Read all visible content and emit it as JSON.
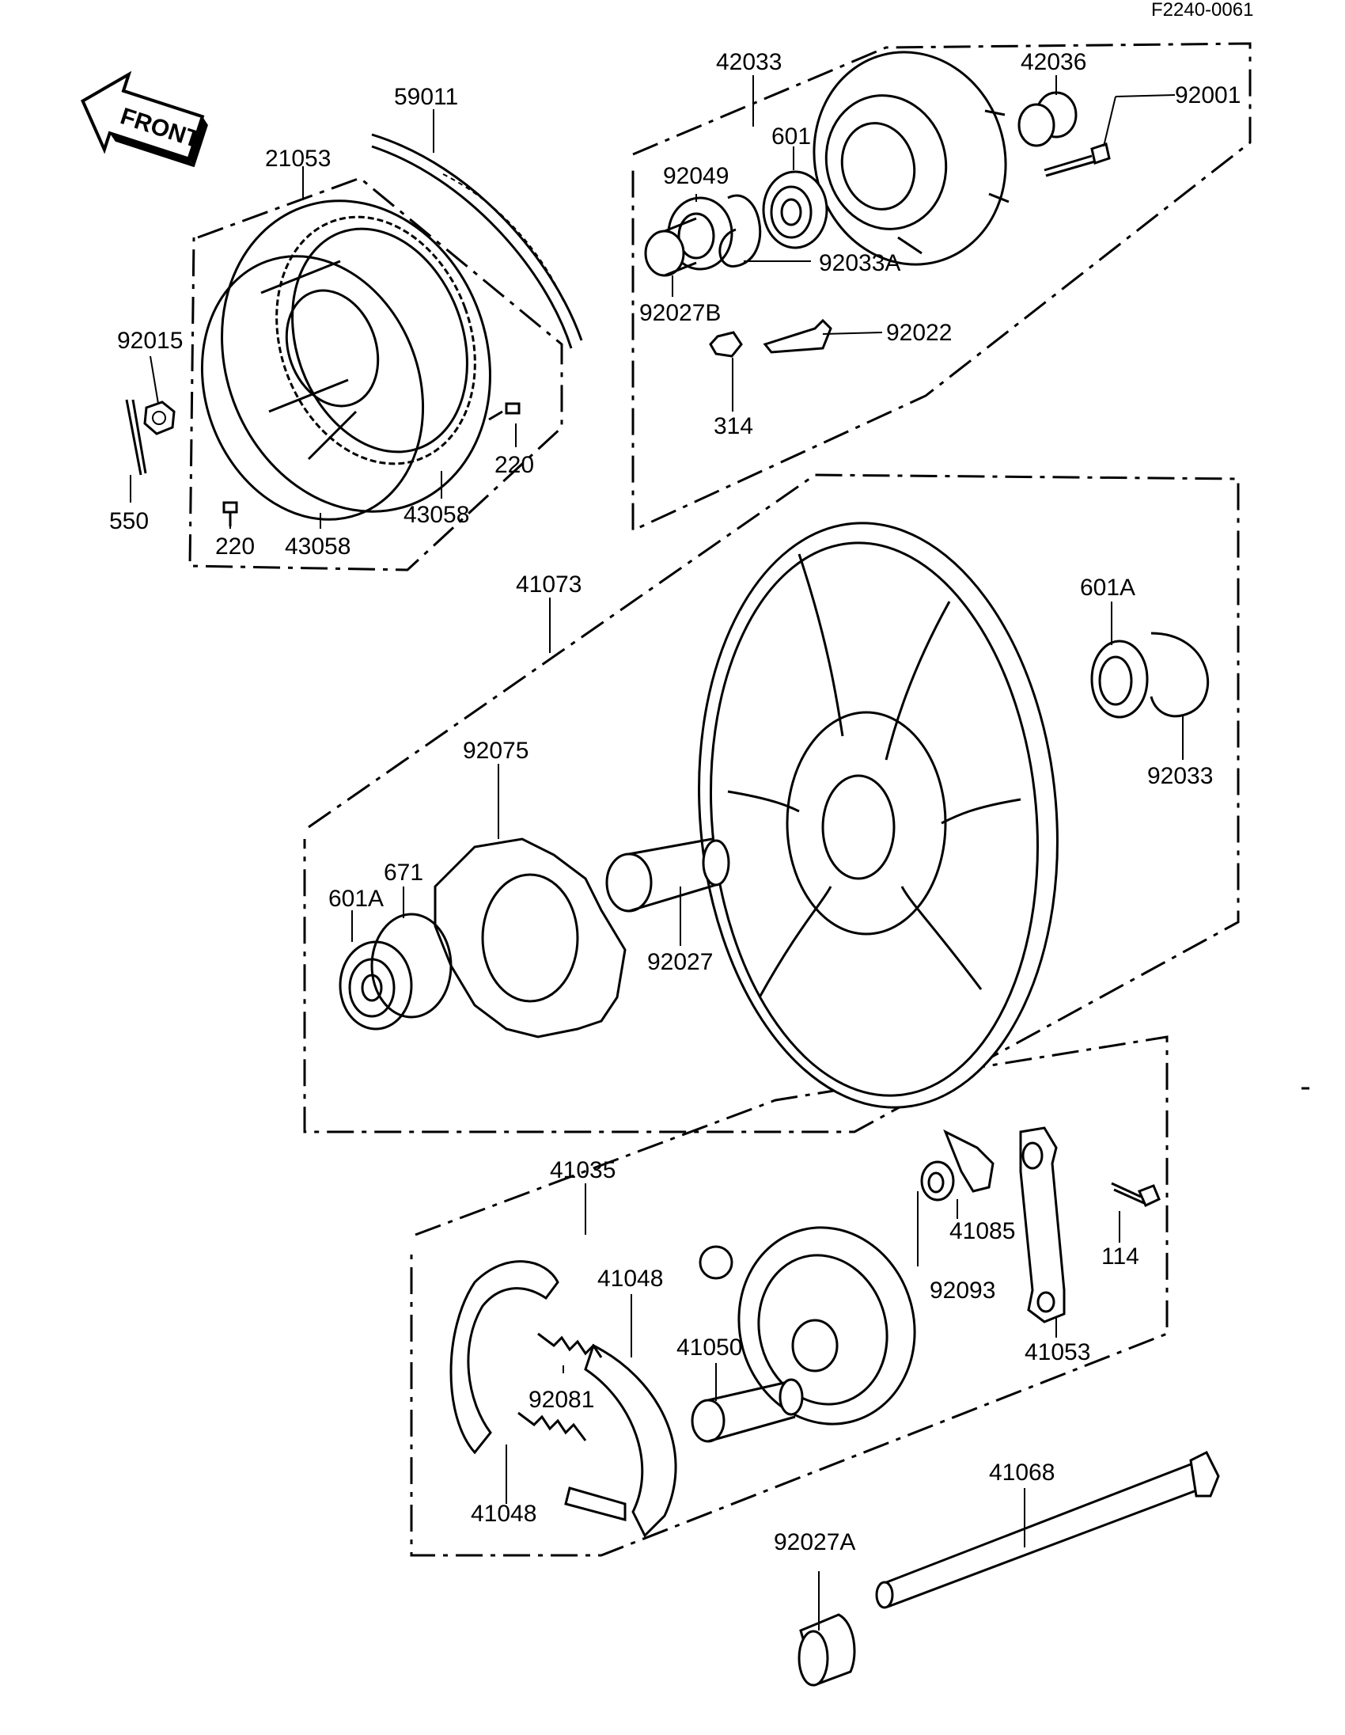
{
  "reference_code": "F2240-0061",
  "front_arrow_label": "FRONT",
  "labels": {
    "p59011": "59011",
    "p21053": "21053",
    "p92015": "92015",
    "p550": "550",
    "p220a": "220",
    "p220b": "220",
    "p43058a": "43058",
    "p43058b": "43058",
    "p42033": "42033",
    "p42036": "42036",
    "p92001": "92001",
    "p601": "601",
    "p92049": "92049",
    "p92033A": "92033A",
    "p92027B": "92027B",
    "p92022": "92022",
    "p314": "314",
    "p41073": "41073",
    "p601Aa": "601A",
    "p92033": "92033",
    "p92075": "92075",
    "p671": "671",
    "p601Ab": "601A",
    "p92027": "92027",
    "p41035": "41035",
    "p41048a": "41048",
    "p41050": "41050",
    "p92081": "92081",
    "p41048b": "41048",
    "p92093": "92093",
    "p41085": "41085",
    "p114": "114",
    "p41053": "41053",
    "p41068": "41068",
    "p92027A": "92027A"
  }
}
